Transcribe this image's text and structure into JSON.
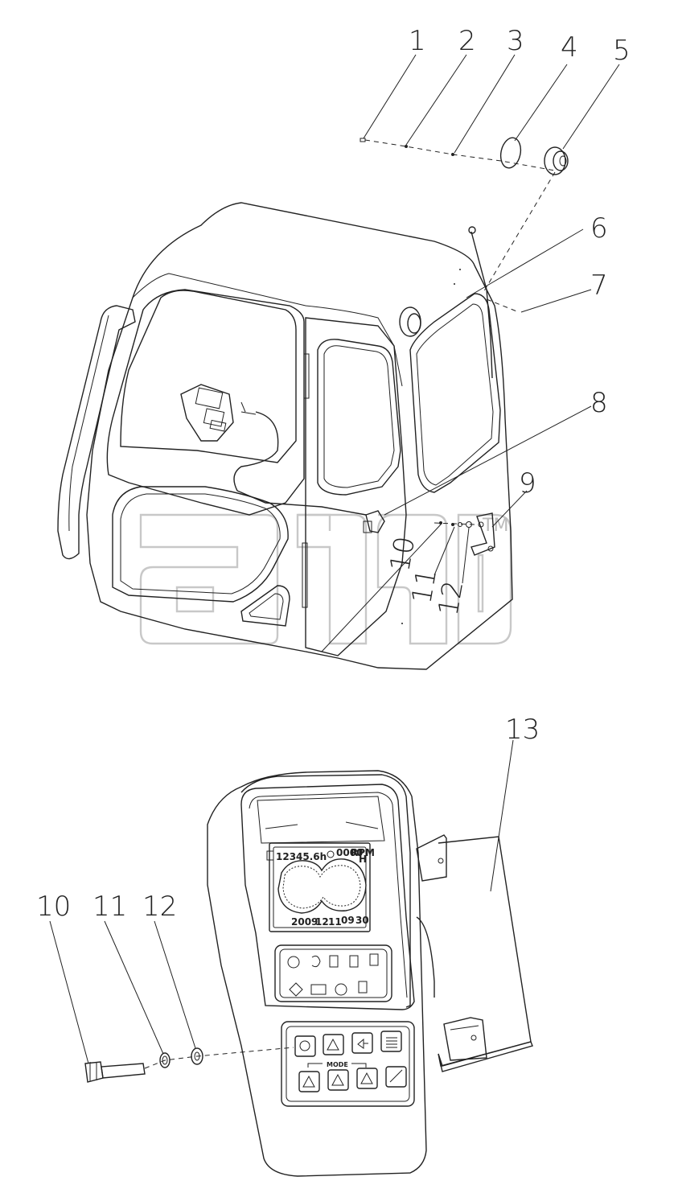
{
  "callouts": [
    {
      "id": "c1",
      "label": "1"
    },
    {
      "id": "c2",
      "label": "2"
    },
    {
      "id": "c3",
      "label": "3"
    },
    {
      "id": "c4",
      "label": "4"
    },
    {
      "id": "c5",
      "label": "5"
    },
    {
      "id": "c6",
      "label": "6"
    },
    {
      "id": "c7",
      "label": "7"
    },
    {
      "id": "c8",
      "label": "8"
    },
    {
      "id": "c9",
      "label": "9"
    },
    {
      "id": "c10a",
      "label": "10"
    },
    {
      "id": "c11a",
      "label": "11"
    },
    {
      "id": "c12a",
      "label": "12"
    },
    {
      "id": "c13",
      "label": "13"
    },
    {
      "id": "c10b",
      "label": "10"
    },
    {
      "id": "c11b",
      "label": "11"
    },
    {
      "id": "c12b",
      "label": "12"
    }
  ],
  "watermark": {
    "trademark": "TM"
  },
  "monitor": {
    "hours": "12345.6h",
    "rpm": "0000",
    "rpm_unit": "RPM",
    "mode_letter": "H",
    "date_year": "2009",
    "date_month": "12",
    "date_day": "11",
    "time_hour": "09",
    "time_minute": "30",
    "mode_label": "MODE"
  }
}
